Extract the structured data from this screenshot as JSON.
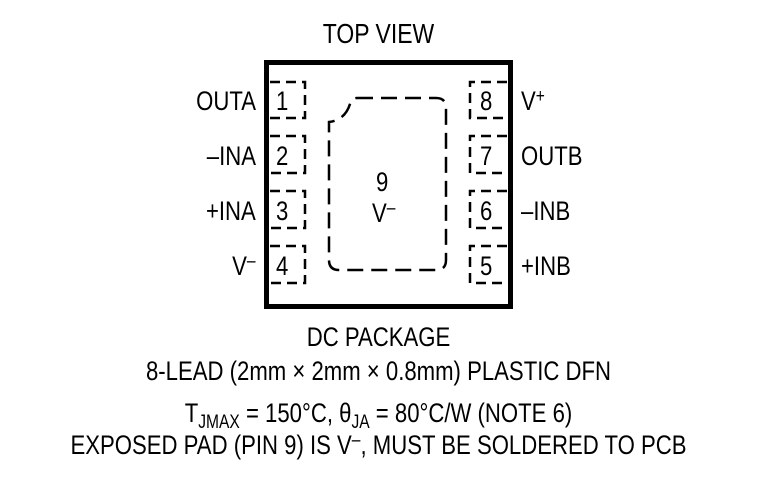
{
  "title": "TOP VIEW",
  "package": {
    "name": "DC PACKAGE",
    "description": "8-LEAD (2mm × 2mm × 0.8mm) PLASTIC DFN",
    "thermal": {
      "tjmax_symbol": "T",
      "tjmax_sub": "JMAX",
      "tjmax_value": " = 150°C, ",
      "theta_symbol": "θ",
      "theta_sub": "JA",
      "theta_value": " = 80°C/W (NOTE 6)"
    },
    "exposed_pad_note_pre": "EXPOSED PAD (PIN 9) IS V",
    "exposed_pad_note_sup": "–",
    "exposed_pad_note_post": ", MUST BE SOLDERED TO PCB"
  },
  "pins_left": [
    {
      "number": "1",
      "label": "OUTA"
    },
    {
      "number": "2",
      "label": "–INA"
    },
    {
      "number": "3",
      "label": "+INA"
    },
    {
      "number": "4",
      "label": "V",
      "sup": "–"
    }
  ],
  "pins_right": [
    {
      "number": "8",
      "label": "V",
      "sup": "+"
    },
    {
      "number": "7",
      "label": "OUTB"
    },
    {
      "number": "6",
      "label": "–INB"
    },
    {
      "number": "5",
      "label": "+INB"
    }
  ],
  "exposed_pad": {
    "number": "9",
    "label": "V",
    "sup": "–"
  }
}
